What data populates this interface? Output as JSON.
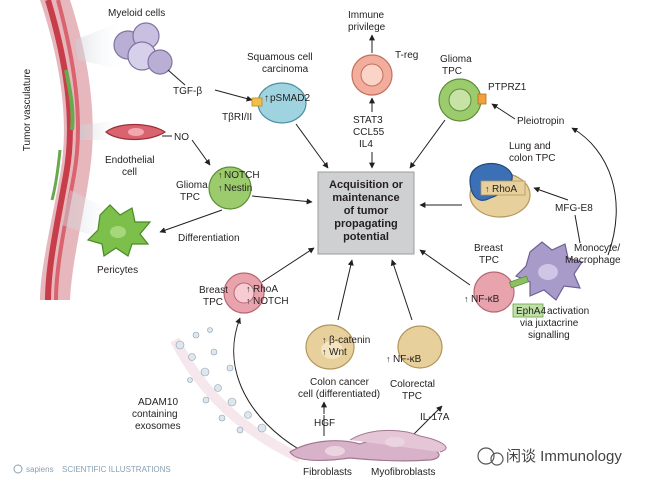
{
  "center": {
    "lines": [
      "Acquisition or",
      "maintenance",
      "of tumor",
      "propagating",
      "potential"
    ]
  },
  "labels": {
    "tumor_vasculature": "Tumor vasculature",
    "myeloid": "Myeloid cells",
    "tgfb": "TGF-β",
    "scc": [
      "Squamous cell",
      "carcinoma"
    ],
    "psmad2": "pSMAD2",
    "tbri": "TβRI/II",
    "immune": [
      "Immune",
      "privilege"
    ],
    "treg": "T-reg",
    "stat3": [
      "STAT3",
      "CCL55",
      "IL4"
    ],
    "glioma_tpc_top": [
      "Glioma",
      "TPC"
    ],
    "ptprz1": "PTPRZ1",
    "pleiotropin": "Pleiotropin",
    "no": "NO",
    "endothelial": [
      "Endothelial",
      "cell"
    ],
    "notch_nestin": [
      "NOTCH",
      "Nestin"
    ],
    "glioma_tpc_left": [
      "Glioma",
      "TPC"
    ],
    "differentiation": "Differentiation",
    "pericytes": "Pericytes",
    "lung_colon": [
      "Lung and",
      "colon TPC"
    ],
    "rhoa_lung": "RhoA",
    "mfg": "MFG-E8",
    "monocyte": [
      "Monocyte/",
      "Macrophage"
    ],
    "breast_tpc_right": [
      "Breast",
      "TPC"
    ],
    "nfkb_breast": "NF-κB",
    "epha4": "EphA4",
    "epha4_rest": [
      "activation",
      "via juxtacrine",
      "signalling"
    ],
    "breast_tpc_left": [
      "Breast",
      "TPC"
    ],
    "rhoa_notch": [
      "RhoA",
      "NOTCH"
    ],
    "catenin_wnt": [
      "β-catenin",
      "Wnt"
    ],
    "colon_cancer": [
      "Colon cancer",
      "cell (differentiated)"
    ],
    "nfkb_colorectal": "NF-κB",
    "colorectal": [
      "Colorectal",
      "TPC"
    ],
    "adam10": [
      "ADAM10",
      "containing",
      "exosomes"
    ],
    "hgf": "HGF",
    "il17a": "IL-17A",
    "fibroblasts": "Fibroblasts",
    "myofibroblasts": "Myofibroblasts"
  },
  "footer": {
    "credit_brand": "sapiens",
    "credit_rest": "SCIENTIFIC ILLUSTRATIONS",
    "watermark": "闲谈 Immunology"
  },
  "colors": {
    "center_box": "#cfd0d2",
    "myeloid": "#b9aed3",
    "scc": "#9fd3df",
    "treg": "#f3ad9c",
    "glioma": "#9ccb6e",
    "lung": "#3b6fb6",
    "tan": "#e8d09c",
    "breast": "#e9a3ad",
    "macrophage": "#a99bc9",
    "fibro": "#d7b2c9",
    "epha4_bg": "#bfe0a6",
    "vessel": "#c73d4a"
  }
}
